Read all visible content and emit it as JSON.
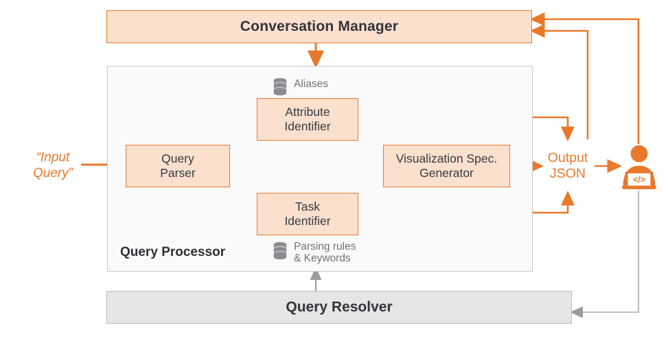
{
  "diagram": {
    "title_top": "Conversation Manager",
    "title_bottom": "Query Resolver",
    "container_label": "Query Processor",
    "input_line1": "“Input",
    "input_line2": "Query”",
    "output_line1": "Output",
    "output_line2": "JSON",
    "boxes": [
      {
        "id": "query-parser",
        "line1": "Query",
        "line2": "Parser"
      },
      {
        "id": "attribute-identifier",
        "line1": "Attribute",
        "line2": "Identifier"
      },
      {
        "id": "task-identifier",
        "line1": "Task",
        "line2": "Identifier"
      },
      {
        "id": "vis-spec-generator",
        "line1": "Visualization Spec.",
        "line2": "Generator"
      }
    ],
    "datastores": [
      {
        "id": "aliases",
        "line1": "Aliases",
        "line2": ""
      },
      {
        "id": "parsing-rules",
        "line1": "Parsing rules",
        "line2": "& Keywords"
      }
    ],
    "actor": {
      "id": "developer-user",
      "icon": "user-laptop-code-icon"
    },
    "colors": {
      "orange": "#E8792B",
      "orange_fill": "#FBE0CE",
      "grey_fill": "#E6E6E6",
      "grey_border": "#BFBFBF",
      "grey_line": "#9A9A9A",
      "dotted": "#7C7C82",
      "text_dark": "#33333a",
      "panel_fill": "#FAFAFA"
    }
  }
}
